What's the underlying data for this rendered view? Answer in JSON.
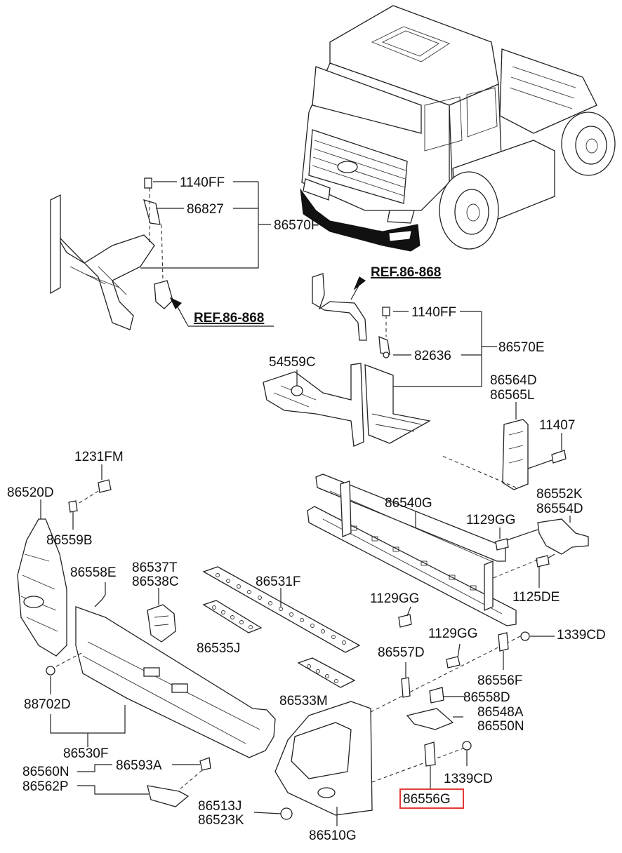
{
  "labels": {
    "bolt_1140ff_upper": "1140FF",
    "bracket_86827": "86827",
    "assy_86570f": "86570F",
    "ref_upper": "REF.86-868",
    "ref_lower": "REF.86-868",
    "bolt_1140ff_lower": "1140FF",
    "clip_82636": "82636",
    "assy_86570e": "86570E",
    "nut_54559c": "54559C",
    "bracket_86564d": "86564D",
    "bracket_86565l": "86565L",
    "screw_11407": "11407",
    "screw_1231fm": "1231FM",
    "side_86520d": "86520D",
    "clip_86559b": "86559B",
    "beam_86540g": "86540G",
    "bolt_1129gg_a": "1129GG",
    "bracket_86552k": "86552K",
    "bracket_86554d": "86554D",
    "seal_86558e": "86558E",
    "bracket_86537t": "86537T",
    "bracket_86538c": "86538C",
    "grille_86531f": "86531F",
    "bolt_1129gg_b": "1129GG",
    "bolt_1125de": "1125DE",
    "grille_86535j": "86535J",
    "nut_1339cd_a": "1339CD",
    "bolt_1129gg_c": "1129GG",
    "bracket_86557d": "86557D",
    "bracket_86556f": "86556F",
    "plug_88702d": "88702D",
    "grille_86533m": "86533M",
    "seal_86558d": "86558D",
    "bracket_86548a": "86548A",
    "bracket_86550n": "86550N",
    "bumper_86530f": "86530F",
    "clip_86593a": "86593A",
    "garnish_86560n": "86560N",
    "garnish_86562p": "86562P",
    "nut_1339cd_b": "1339CD",
    "bracket_86556g": "86556G",
    "lamp_86513j": "86513J",
    "lamp_86523k": "86523K",
    "corner_86510g": "86510G"
  },
  "highlight_color": "#e53935"
}
